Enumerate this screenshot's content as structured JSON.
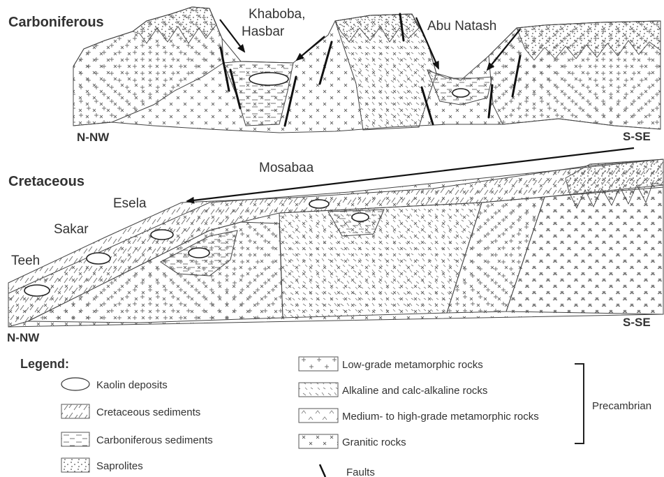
{
  "sections": {
    "carboniferous": {
      "title": "Carboniferous",
      "left_direction": "N-NW",
      "right_direction": "S-SE",
      "localities": [
        "Khaboba,",
        "Hasbar",
        "Abu Natash"
      ]
    },
    "cretaceous": {
      "title": "Cretaceous",
      "left_direction": "N-NW",
      "right_direction": "S-SE",
      "transport_label": "Mosabaa",
      "localities": [
        "Esela",
        "Sakar",
        "Teeh"
      ]
    }
  },
  "legend": {
    "title": "Legend:",
    "left_items": [
      {
        "label": "Kaolin deposits",
        "symbol": "ellipse"
      },
      {
        "label": "Cretaceous sediments",
        "symbol": "slash-hatch"
      },
      {
        "label": "Carboniferous sediments",
        "symbol": "dash-hatch"
      },
      {
        "label": "Saprolites",
        "symbol": "dot-hatch"
      }
    ],
    "right_items": [
      {
        "label": "Low-grade metamorphic rocks",
        "symbol": "plus-hatch"
      },
      {
        "label": "Alkaline and calc-alkaline rocks",
        "symbol": "tick-hatch"
      },
      {
        "label": "Medium- to high-grade metamorphic rocks",
        "symbol": "chevron-hatch"
      },
      {
        "label": "Granitic rocks",
        "symbol": "x-hatch"
      }
    ],
    "group_label": "Precambrian",
    "faults_label": "Faults"
  }
}
